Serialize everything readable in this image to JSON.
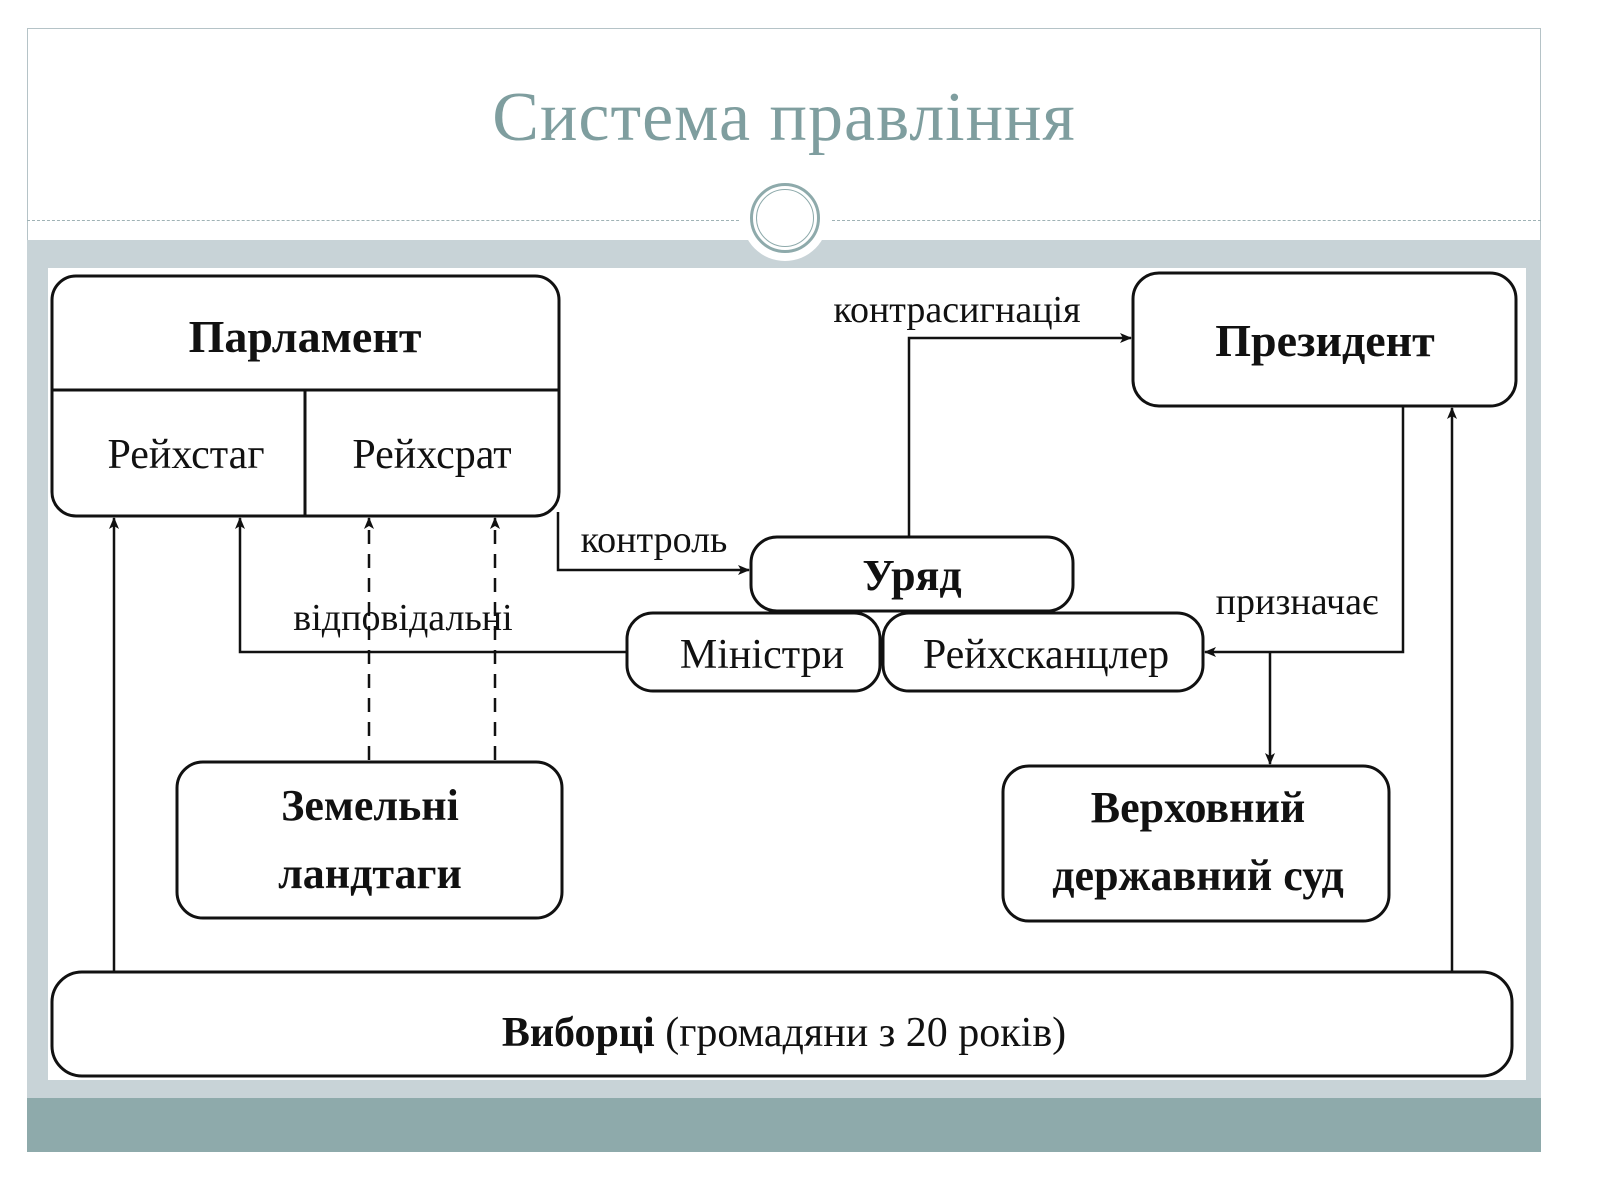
{
  "slide": {
    "title": "Система правління"
  },
  "diagram": {
    "parliament": {
      "title": "Парламент",
      "reichstag": "Рейхстаг",
      "reichsrat": "Рейхсрат"
    },
    "president": "Президент",
    "government": "Уряд",
    "ministers": "Міністри",
    "chancellor": "Рейхсканцлер",
    "landtags": [
      "Земельні",
      "ландтаги"
    ],
    "court": [
      "Верховний",
      "державний суд"
    ],
    "electors": {
      "bold": "Виборці",
      "rest": "(громадяни з 20 років)"
    },
    "labels": {
      "countersign": "контрасигнація",
      "control": "контроль",
      "responsible": "відповідальні",
      "appoints": "призначає"
    }
  }
}
